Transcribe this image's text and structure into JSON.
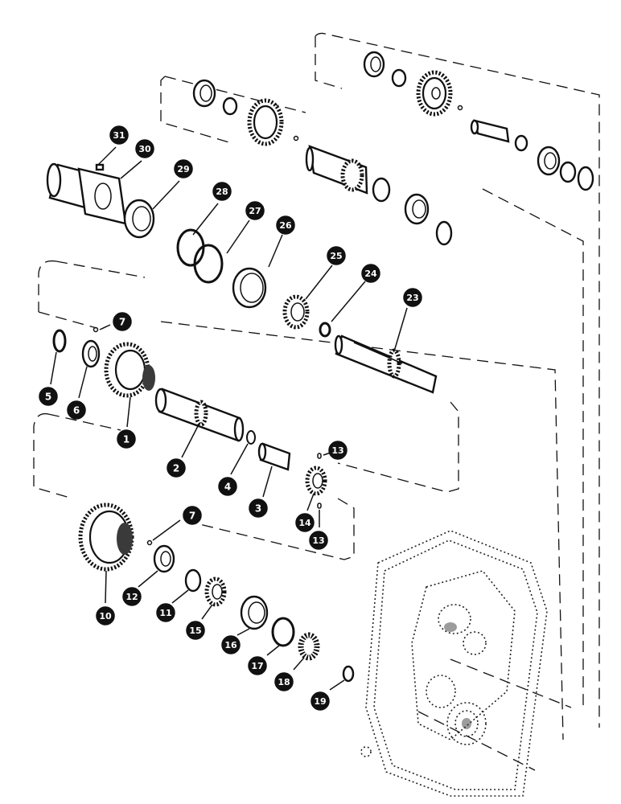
{
  "diagram": {
    "type": "exploded-parts-view",
    "callouts": [
      {
        "id": "c31",
        "label": "31"
      },
      {
        "id": "c30",
        "label": "30"
      },
      {
        "id": "c29",
        "label": "29"
      },
      {
        "id": "c28",
        "label": "28"
      },
      {
        "id": "c27",
        "label": "27"
      },
      {
        "id": "c26",
        "label": "26"
      },
      {
        "id": "c25",
        "label": "25"
      },
      {
        "id": "c24",
        "label": "24"
      },
      {
        "id": "c23",
        "label": "23"
      },
      {
        "id": "c7a",
        "label": "7"
      },
      {
        "id": "c5",
        "label": "5"
      },
      {
        "id": "c6",
        "label": "6"
      },
      {
        "id": "c1",
        "label": "1"
      },
      {
        "id": "c2",
        "label": "2"
      },
      {
        "id": "c4",
        "label": "4"
      },
      {
        "id": "c3",
        "label": "3"
      },
      {
        "id": "c13a",
        "label": "13"
      },
      {
        "id": "c14",
        "label": "14"
      },
      {
        "id": "c13b",
        "label": "13"
      },
      {
        "id": "c7b",
        "label": "7"
      },
      {
        "id": "c10",
        "label": "10"
      },
      {
        "id": "c12",
        "label": "12"
      },
      {
        "id": "c11",
        "label": "11"
      },
      {
        "id": "c15",
        "label": "15"
      },
      {
        "id": "c16",
        "label": "16"
      },
      {
        "id": "c17",
        "label": "17"
      },
      {
        "id": "c18",
        "label": "18"
      },
      {
        "id": "c19",
        "label": "19"
      }
    ]
  }
}
